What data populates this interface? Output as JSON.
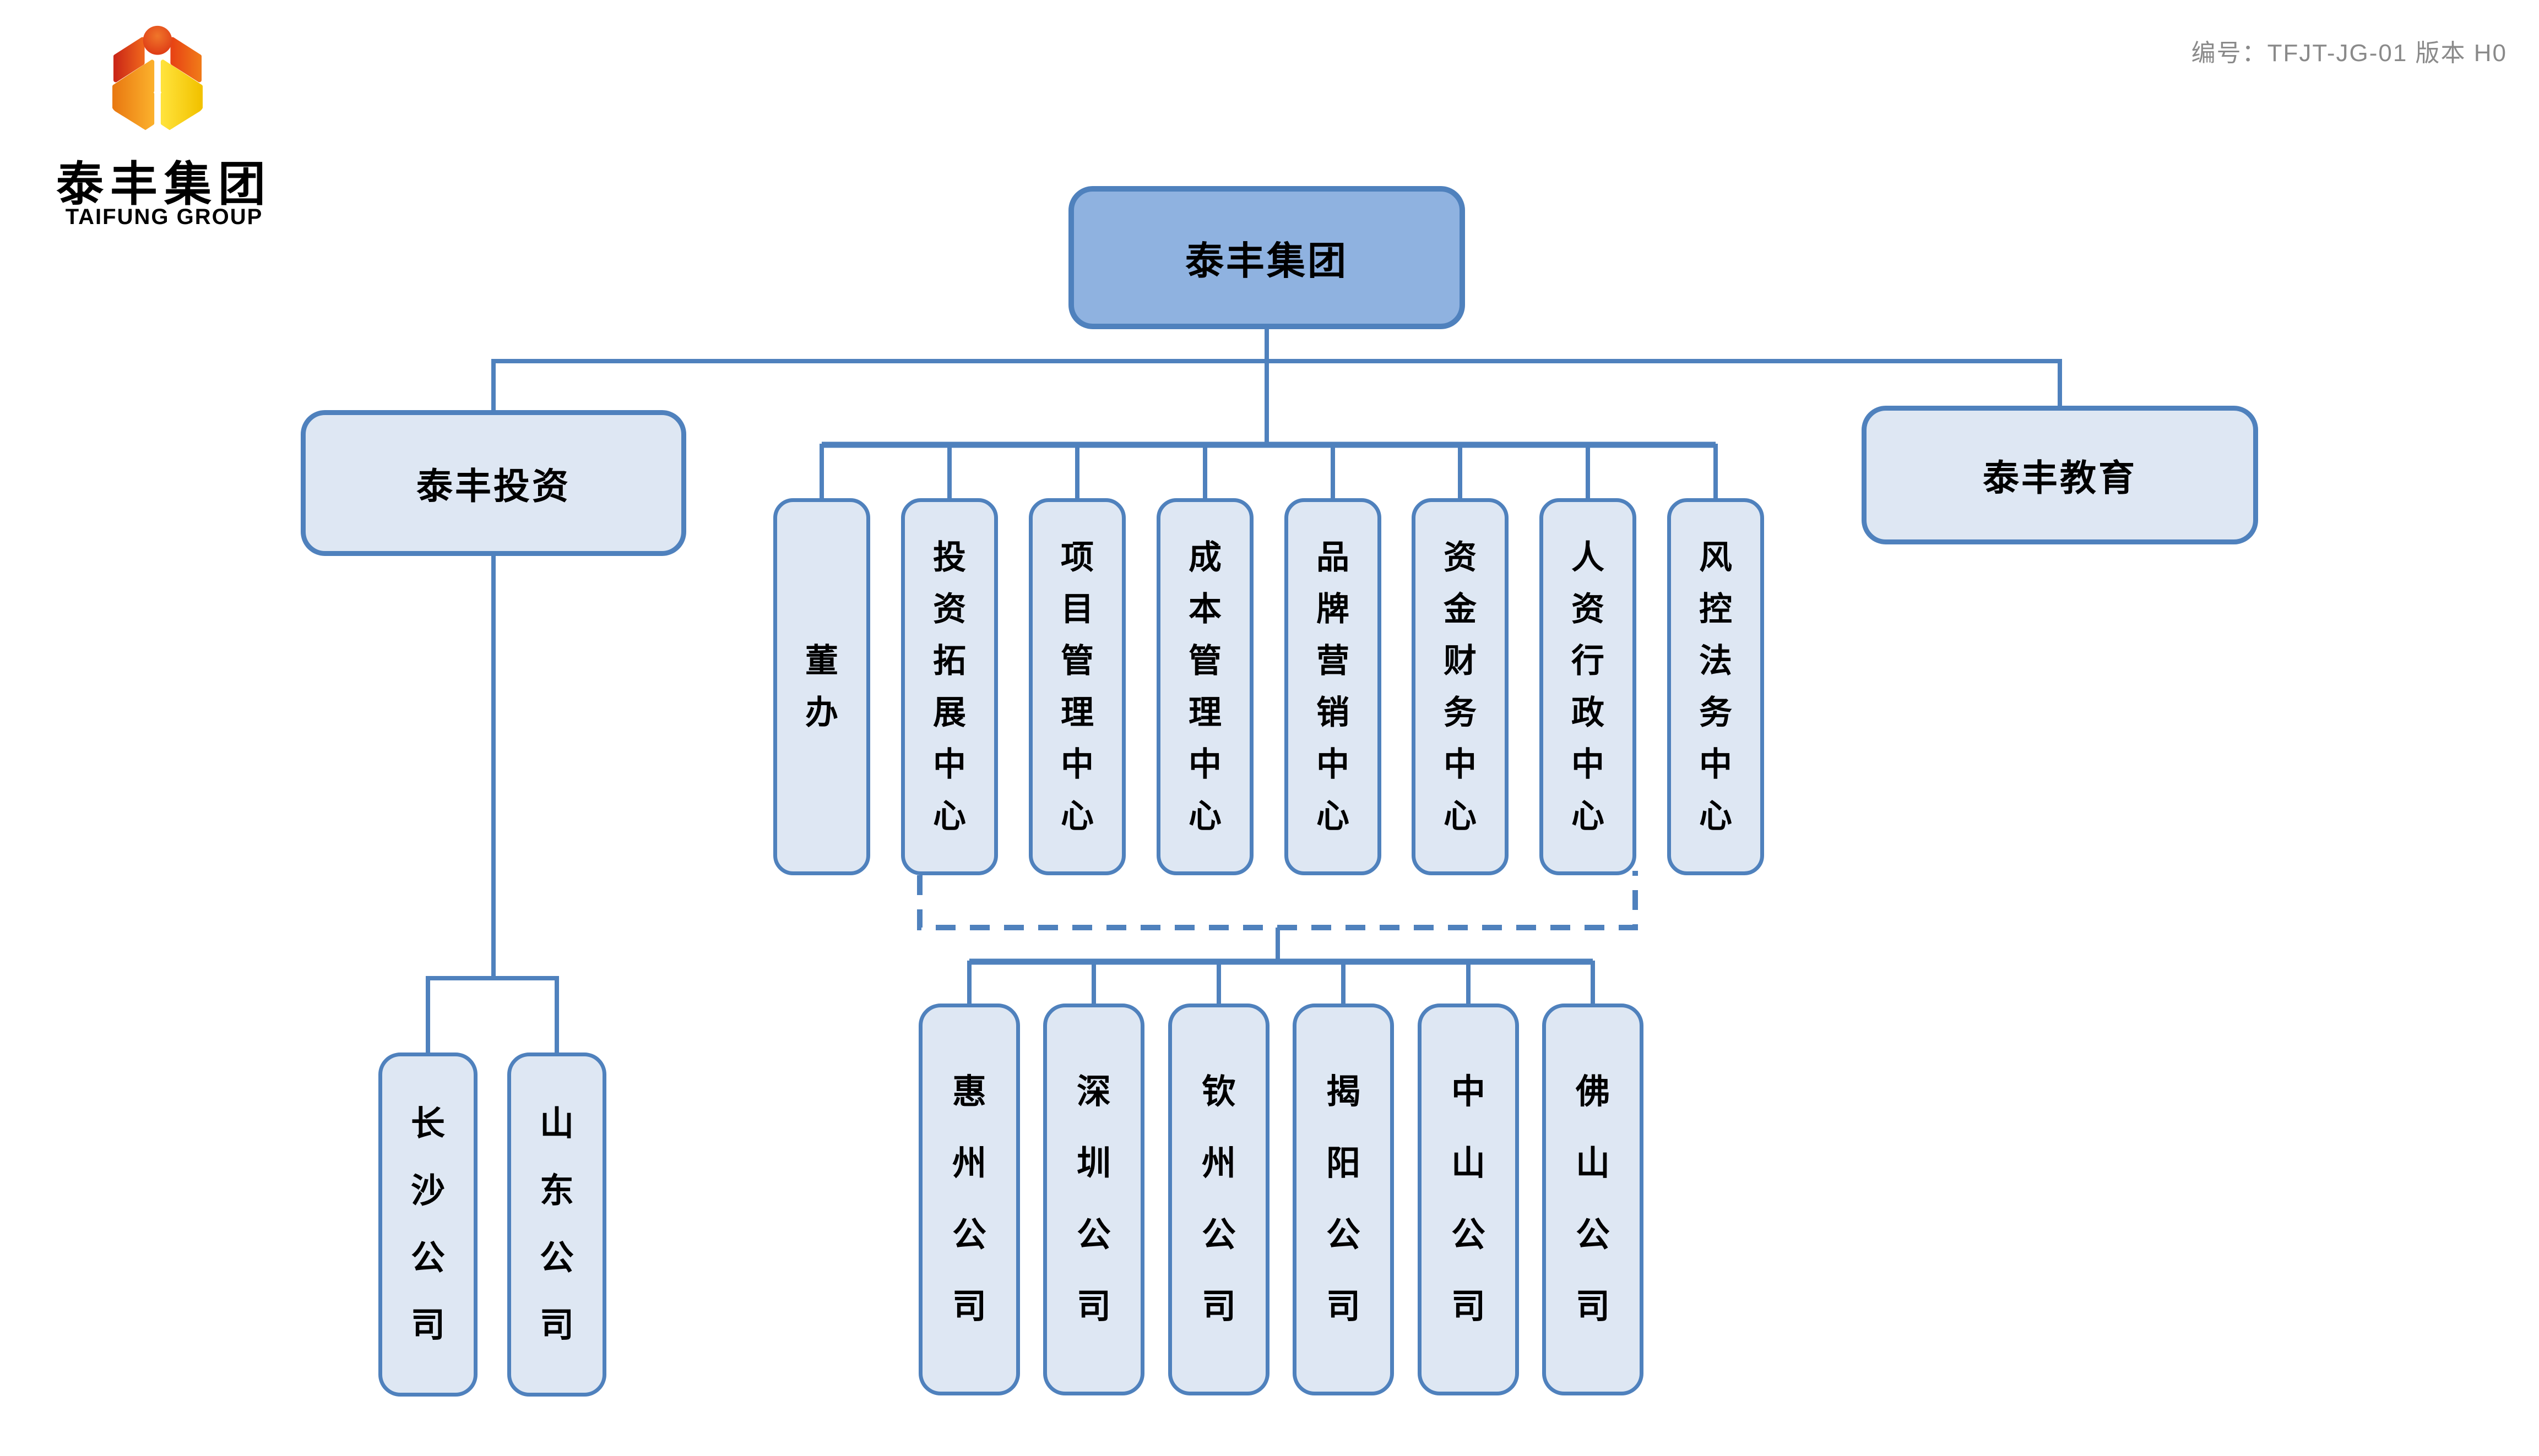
{
  "page": {
    "doc_number": "编号：TFJT-JG-01  版本 H0"
  },
  "logo": {
    "name_cn": "泰丰集团",
    "name_en": "TAIFUNG GROUP",
    "icon": "wheat-sprout-person-icon"
  },
  "chart": {
    "root": {
      "label": "泰丰集团"
    },
    "branch_left": {
      "label": "泰丰投资"
    },
    "branch_right": {
      "label": "泰丰教育"
    },
    "departments": [
      {
        "label": "董办"
      },
      {
        "label": "投资拓展中心"
      },
      {
        "label": "项目管理中心"
      },
      {
        "label": "成本管理中心"
      },
      {
        "label": "品牌营销中心"
      },
      {
        "label": "资金财务中心"
      },
      {
        "label": "人资行政中心"
      },
      {
        "label": "风控法务中心"
      }
    ],
    "companies_left": [
      {
        "label": "长沙公司"
      },
      {
        "label": "山东公司"
      }
    ],
    "companies_center": [
      {
        "label": "惠州公司"
      },
      {
        "label": "深圳公司"
      },
      {
        "label": "钦州公司"
      },
      {
        "label": "揭阳公司"
      },
      {
        "label": "中山公司"
      },
      {
        "label": "佛山公司"
      }
    ]
  },
  "colors": {
    "accent": "#4F81BD",
    "root_fill": "#8FB2E0",
    "node_fill": "#DEE7F3",
    "text": "#000000",
    "doc_number": "#8A8A8A",
    "logo_red": "#DC3313",
    "logo_orange": "#EE7F1A",
    "logo_yellow": "#F7CB0D"
  }
}
